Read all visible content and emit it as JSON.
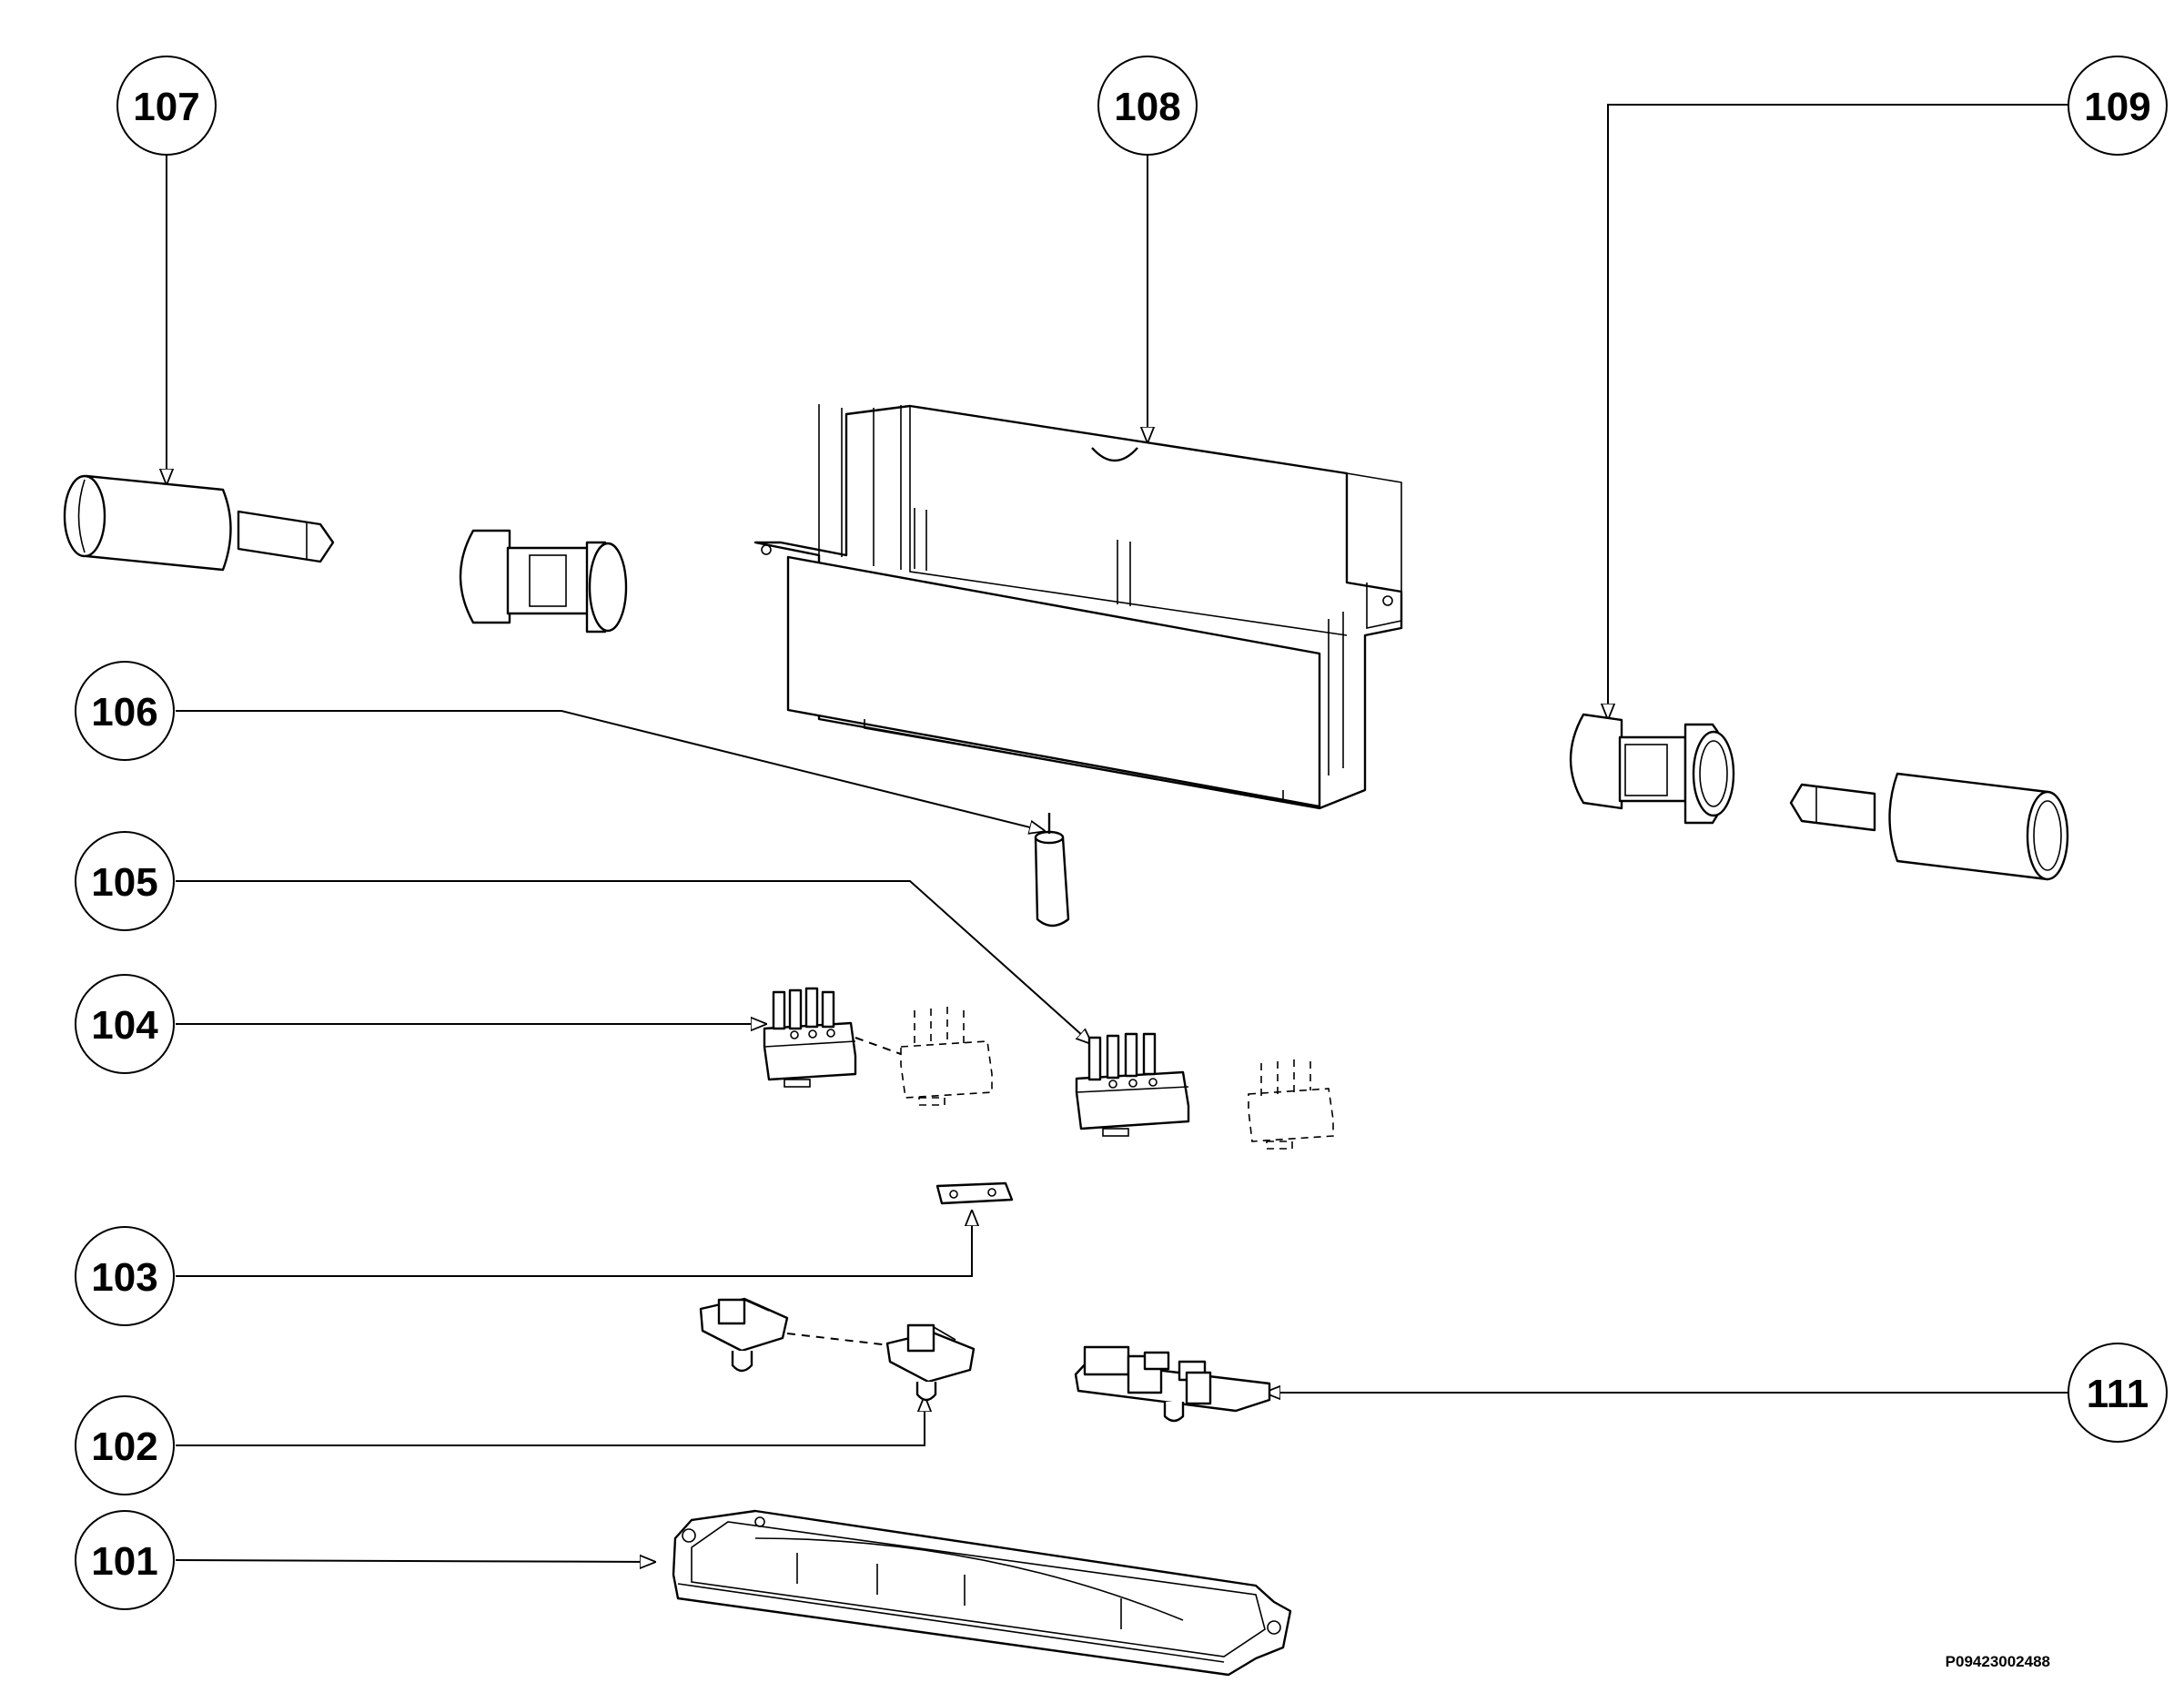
{
  "diagram": {
    "callouts": [
      {
        "id": "107",
        "label": "107"
      },
      {
        "id": "108",
        "label": "108"
      },
      {
        "id": "109",
        "label": "109"
      },
      {
        "id": "106",
        "label": "106"
      },
      {
        "id": "105",
        "label": "105"
      },
      {
        "id": "104",
        "label": "104"
      },
      {
        "id": "103",
        "label": "103"
      },
      {
        "id": "102",
        "label": "102"
      },
      {
        "id": "101",
        "label": "101"
      },
      {
        "id": "111",
        "label": "111"
      }
    ],
    "drawing_code": "P09423002488"
  }
}
